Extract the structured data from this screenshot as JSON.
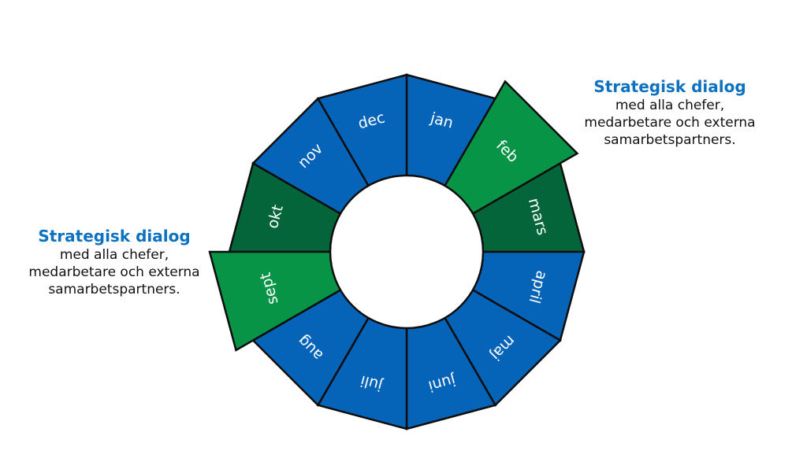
{
  "colors": {
    "blue": "#0563b8",
    "green_light": "#089446",
    "green_dark": "#04653a",
    "title_blue": "#0b71c0",
    "outline": "#0d0d0d"
  },
  "wheel": {
    "segments": [
      {
        "label": "jan",
        "style": "blue"
      },
      {
        "label": "feb",
        "style": "green_light",
        "highlighted": true
      },
      {
        "label": "mars",
        "style": "green_dark"
      },
      {
        "label": "april",
        "style": "blue"
      },
      {
        "label": "maj",
        "style": "blue"
      },
      {
        "label": "juni",
        "style": "blue"
      },
      {
        "label": "juli",
        "style": "blue"
      },
      {
        "label": "aug",
        "style": "blue"
      },
      {
        "label": "sept",
        "style": "green_light",
        "highlighted": true
      },
      {
        "label": "okt",
        "style": "green_dark"
      },
      {
        "label": "nov",
        "style": "blue"
      },
      {
        "label": "dec",
        "style": "blue"
      }
    ]
  },
  "callouts": {
    "right": {
      "title": "Strategisk dialog",
      "lines": [
        "med alla chefer,",
        "medarbetare och externa",
        "samarbetspartners."
      ]
    },
    "left": {
      "title": "Strategisk dialog",
      "lines": [
        "med alla chefer,",
        "medarbetare och externa",
        "samarbetspartners."
      ]
    }
  }
}
